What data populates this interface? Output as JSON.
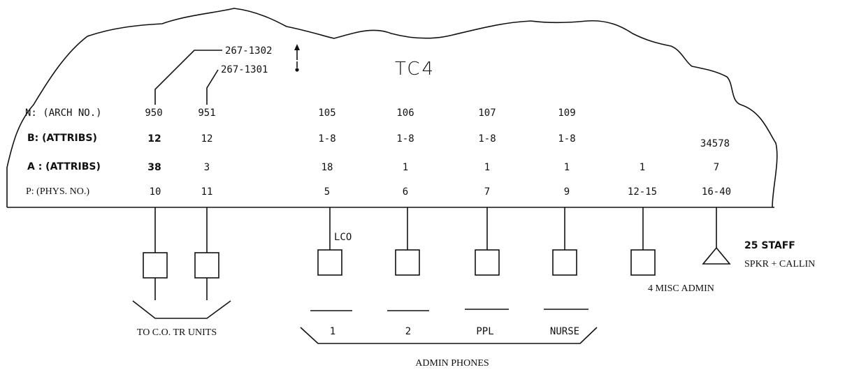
{
  "title": "TC4",
  "trunk_numbers": {
    "top": "267-1302",
    "bottom": "267-1301"
  },
  "row_labels": {
    "n": "N: (ARCH NO.)",
    "b": "B: (ATTRIBS)",
    "a": "A : (ATTRIBS)",
    "p": "P: (PHYS. NO.)"
  },
  "columns": [
    {
      "n": "950",
      "b": "12",
      "a": "38",
      "p": "10"
    },
    {
      "n": "951",
      "b": "12",
      "a": "3",
      "p": "11"
    },
    {
      "n": "105",
      "b": "1-8",
      "a": "18",
      "p": "5"
    },
    {
      "n": "106",
      "b": "1-8",
      "a": "1",
      "p": "6"
    },
    {
      "n": "107",
      "b": "1-8",
      "a": "1",
      "p": "7"
    },
    {
      "n": "109",
      "b": "1-8",
      "a": "1",
      "p": "9"
    },
    {
      "n": "",
      "b": "",
      "a": "1",
      "p": "12-15"
    },
    {
      "n": "",
      "b": "34578",
      "a": "7",
      "p": "16-40"
    }
  ],
  "device_labels": {
    "lco": "LCO",
    "staff_line1": "25 STAFF",
    "staff_line2": "SPKR + CALLIN",
    "misc_admin": "4 MISC ADMIN"
  },
  "groups": {
    "co_trunks": "TO C.O. TR UNITS",
    "admin_phones": "ADMIN PHONES",
    "phone_names": [
      "1",
      "2",
      "PPL",
      "NURSE"
    ]
  }
}
